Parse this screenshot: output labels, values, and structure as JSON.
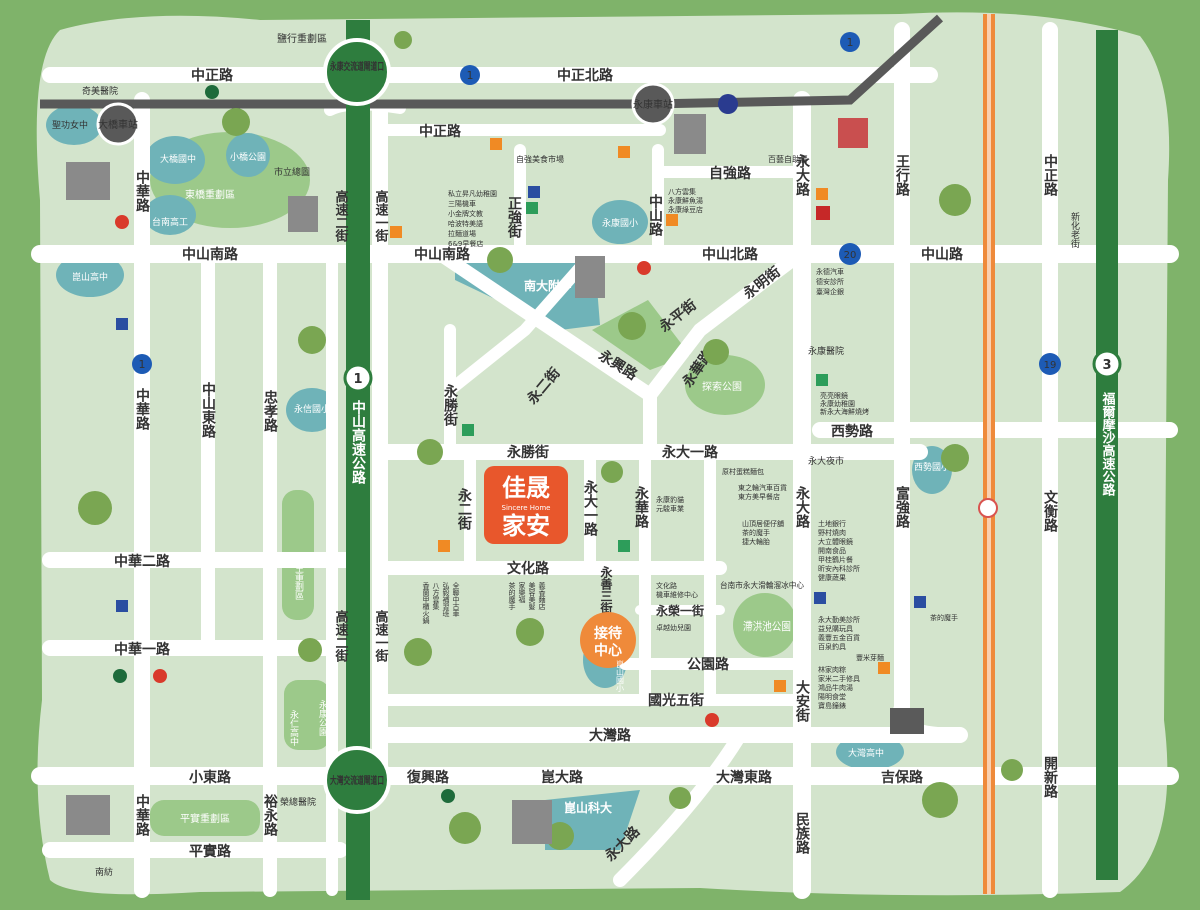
{
  "colors": {
    "outer": "#7fb36a",
    "land": "#d3e4cc",
    "road": "#ffffff",
    "highway": "#2e7d3e",
    "rail": "#595959",
    "freeway": "#ef8a3a",
    "brand": "#e8572c",
    "sales": "#ef8a3a",
    "park": "#9cc98a",
    "water": "#6fb3b8"
  },
  "roads": {
    "zhongzheng_n": "中正北路",
    "zhongzheng_rd": "中正路",
    "zhongzheng_v": "中正路",
    "zhongshan_s": "中山南路",
    "zhongshan_n": "中山北路",
    "zhongshan_e": "中山路",
    "zhonghua": "中華路",
    "zhonghua2": "中華二路",
    "zhonghua1": "中華一路",
    "zhongshan_e_v": "中山東路",
    "zhongxiao": "忠孝路",
    "gaosu2": "高速二街",
    "gaosu1": "高速一街",
    "zhengqiang": "正強街",
    "zhongshan_v": "中山路",
    "ziqiang": "自強路",
    "yongda": "永大路",
    "wangxing": "王行路",
    "yongming": "永明街",
    "yongping": "永平街",
    "yonghua": "永華路",
    "yongxing": "永興路",
    "yonger": "永二街",
    "yongsheng": "永勝街",
    "yongsheng2": "永勝街",
    "yongyi": "永一街",
    "yongda1": "永大一路",
    "yongda1v": "永大一路",
    "yonghuav": "永華路",
    "wenhua": "文化路",
    "yongshan3": "永善三街",
    "yongrong": "永榮一街",
    "gongyuan": "公園路",
    "guoguang": "國光五街",
    "xishi": "西勢路",
    "fuqiang": "富強路",
    "wenheng": "文衡路",
    "kaixin": "開新路",
    "dawan": "大灣路",
    "dawan_e": "大灣東路",
    "xiaodong": "小東路",
    "fuxing": "復興路",
    "kunda": "崑大路",
    "yongda_road": "永大路",
    "minzu": "民族路",
    "jibao": "吉保路",
    "yonganv": "大安街",
    "yuyong": "裕永路",
    "pingshi": "平實路",
    "zhongshan_hwy": "中山高速公路",
    "formosa_hwy": "福爾摩沙高速公路"
  },
  "interchanges": {
    "yongkang": "永康交流道閘道口",
    "dawan": "大灣交流道閘道口"
  },
  "stations": {
    "daqiao": "大橋車站",
    "yongkang": "永康車站"
  },
  "route_numbers": {
    "r1a": "1",
    "r1b": "1",
    "r1c": "1",
    "r3": "3",
    "r20": "20",
    "r19": "19"
  },
  "places": {
    "qimei": "奇美醫院",
    "shengong": "聖功女中",
    "daqiao_mid": "大橋國中",
    "xiaoqiao": "小橋公園",
    "dongqiao": "東橋重劃區",
    "shizheng": "市立總圖",
    "tainan_high": "台南高工",
    "kunshan_high": "崑山高中",
    "bus_zone": "鹽行重劃區",
    "nanda": "南大附中",
    "yongkang_elem": "永康國小",
    "tansuo": "探索公園",
    "yongxin": "永信國小",
    "erwang": "二王重劃區",
    "yongren": "永仁高中",
    "yongkang_park": "永康公園",
    "kunshan_tech": "崑山科大",
    "pingshi_zone": "平實重劃區",
    "rongjian": "榮總醫院",
    "nanfang": "南紡",
    "yongkang_hosp": "永康醫院",
    "yongda_night": "永大夜市",
    "xishi_elem": "西勢國小",
    "dawan_high": "大灣高中",
    "xinhua": "新化老街",
    "kunshan_elem": "崑山國小",
    "zhitu": "滯洪池公園",
    "skate": "台南市永大滑輪溜冰中心",
    "ziqiang_shop": "自強美食市場",
    "baigu": "百藝自助餐"
  },
  "brand": {
    "name1": "佳晟",
    "name2": "家安",
    "tagline": "Sincere Home"
  },
  "sales_center": {
    "l1": "接待",
    "l2": "中心"
  },
  "poi_lists": {
    "n_school": [
      "私立昇凡幼稚園",
      "三陽機車",
      "小金牌文教",
      "哈波特美語",
      "拉麵道場",
      "6&9早餐店"
    ],
    "ziqiang": [
      "八方雲集",
      "永康鮮魚湯",
      "永康綠豆店"
    ],
    "yongda_n": [
      "永德汽車",
      "德安診所",
      "臺灣企銀"
    ],
    "yongkang_h": [
      "亮亮眼鏡",
      "永康幼稚園",
      "新永大海鮮燒烤"
    ],
    "yongda_e": [
      "原村蛋糕麵包",
      "東之輪汽車百貨",
      "東方美早餐店"
    ],
    "yongda_w": [
      "永康豹貓",
      "元駿車業"
    ],
    "yongda_e2": [
      "山頂居便仔舖",
      "茶的魔手",
      "捷大輪胎"
    ],
    "yongda_r": [
      "土地銀行",
      "野村燒肉",
      "大立體眼鏡",
      "開南食品",
      "甲桂鶴片餐",
      "昕安內科診所",
      "健康蔬果"
    ],
    "wenhua_w": [
      "香蘭甲櫃火鍋",
      "八方雲集",
      "弘毅補習班",
      "全聯中古車"
    ],
    "wenhua_e": [
      "茶的魔手",
      "家樂福",
      "美容美髮",
      "義香麵店"
    ],
    "wenhua_e2": [
      "文化路",
      "機車維修中心"
    ],
    "yongrong": [
      "卓越幼兒園"
    ],
    "tea": [
      "茶的魔手"
    ],
    "yongda_s": [
      "永大勤美診所",
      "益兒購玩具",
      "義豐五金百貨",
      "百泉釣具"
    ],
    "fengmi": [
      "豐米芽麵"
    ],
    "minzu": [
      "林家肉粽",
      "家米二手修具",
      "鴻品牛肉湯",
      "陽明食堂",
      "寶島鐘錶"
    ]
  }
}
